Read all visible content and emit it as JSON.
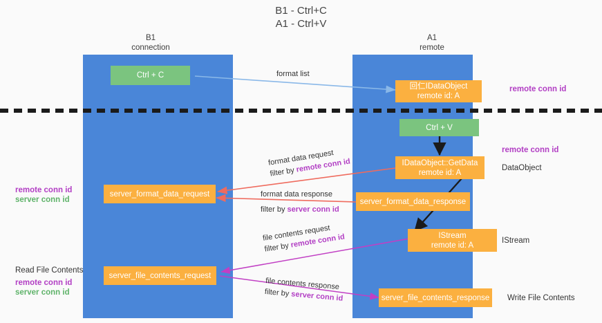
{
  "title": "B1 - Ctrl+C\nA1 - Ctrl+V",
  "columns": [
    {
      "name": "b1",
      "label": "B1\nconnection"
    },
    {
      "name": "a1",
      "label": "A1\nremote"
    }
  ],
  "colors": {
    "lane": "#4a86d8",
    "box_green": "#7bc47f",
    "box_orange": "#fbb040",
    "remote_conn_id": "#b23fc4",
    "server_conn_id": "#5fb36a",
    "arrow_format_list": "#8ab8e8",
    "arrow_format_data": "#ef6b5e",
    "arrow_file_contents": "#c13fc4",
    "arrow_black": "#1b1b1b",
    "separator": "#1b1b1b",
    "background": "#fafafa"
  },
  "boxes": [
    {
      "name": "ctrl-c-box",
      "kind": "green",
      "text": "Ctrl + C"
    },
    {
      "name": "idataobject-box",
      "kind": "orange",
      "text": "回仁IDataObject\nremote id: A"
    },
    {
      "name": "ctrl-v-box",
      "kind": "green",
      "text": "Ctrl + V"
    },
    {
      "name": "idataobject-getdata-box",
      "kind": "orange",
      "text": "IDataObject::GetData\nremote id: A"
    },
    {
      "name": "server-format-data-request-box",
      "kind": "orange",
      "text": "server_format_data_request"
    },
    {
      "name": "server-format-data-response-box",
      "kind": "orange",
      "text": "server_format_data_response"
    },
    {
      "name": "istream-box",
      "kind": "orange",
      "text": "IStream\nremote id: A"
    },
    {
      "name": "server-file-contents-request-box",
      "kind": "orange",
      "text": "server_file_contents_request"
    },
    {
      "name": "server-file-contents-response-box",
      "kind": "orange",
      "text": "server_file_contents_response"
    }
  ],
  "right_labels": [
    {
      "name": "right-label-remote-conn-id-1",
      "text": "remote conn id",
      "style": "purple"
    },
    {
      "name": "right-label-remote-conn-id-2",
      "text": "remote conn id",
      "style": "purple"
    },
    {
      "name": "right-label-dataobject",
      "text": "DataObject",
      "style": "plain"
    },
    {
      "name": "right-label-istream",
      "text": "IStream",
      "style": "plain"
    },
    {
      "name": "right-label-write-file",
      "text": "Write File Contents",
      "style": "plain"
    }
  ],
  "left_labels": [
    {
      "name": "left-label-remote-conn-id-1",
      "text": "remote conn id",
      "style": "purple"
    },
    {
      "name": "left-label-server-conn-id-1",
      "text": "server conn id",
      "style": "green"
    },
    {
      "name": "left-label-read-file",
      "text": "Read File Contents",
      "style": "plain"
    },
    {
      "name": "left-label-remote-conn-id-2",
      "text": "remote conn id",
      "style": "purple"
    },
    {
      "name": "left-label-server-conn-id-2",
      "text": "server conn id",
      "style": "green"
    }
  ],
  "edges": [
    {
      "name": "edge-format-list",
      "line1": "format list",
      "line2": "",
      "filter_word": "",
      "filter_style": ""
    },
    {
      "name": "edge-format-data-request",
      "line1": "format data request",
      "line2": "filter by ",
      "filter_word": "remote conn id",
      "filter_style": "purple"
    },
    {
      "name": "edge-format-data-response",
      "line1": "format data response",
      "line2": "filter by ",
      "filter_word": "server conn id",
      "filter_style": "purple"
    },
    {
      "name": "edge-file-contents-request",
      "line1": "file contents request",
      "line2": "filter by ",
      "filter_word": "remote conn id",
      "filter_style": "purple"
    },
    {
      "name": "edge-file-contents-response",
      "line1": "file contents response",
      "line2": "filter by ",
      "filter_word": "server conn id",
      "filter_style": "purple"
    }
  ]
}
